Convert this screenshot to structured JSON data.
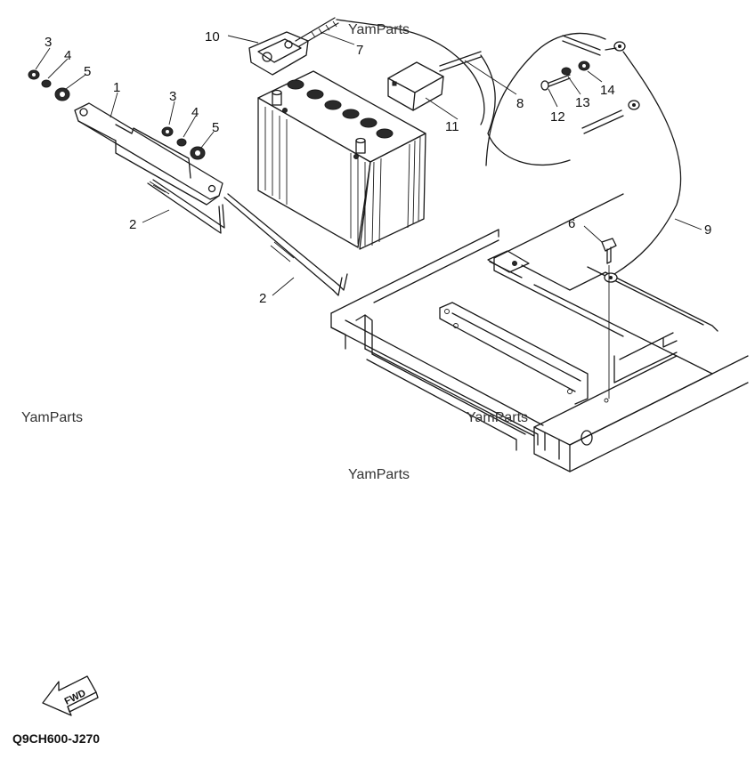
{
  "diagram": {
    "callouts": [
      {
        "id": "c1",
        "text": "1"
      },
      {
        "id": "c2a",
        "text": "2"
      },
      {
        "id": "c2b",
        "text": "2"
      },
      {
        "id": "c3a",
        "text": "3"
      },
      {
        "id": "c3b",
        "text": "3"
      },
      {
        "id": "c4a",
        "text": "4"
      },
      {
        "id": "c4b",
        "text": "4"
      },
      {
        "id": "c5a",
        "text": "5"
      },
      {
        "id": "c5b",
        "text": "5"
      },
      {
        "id": "c6",
        "text": "6"
      },
      {
        "id": "c7",
        "text": "7"
      },
      {
        "id": "c8",
        "text": "8"
      },
      {
        "id": "c9",
        "text": "9"
      },
      {
        "id": "c10",
        "text": "10"
      },
      {
        "id": "c11",
        "text": "11"
      },
      {
        "id": "c12",
        "text": "12"
      },
      {
        "id": "c13",
        "text": "13"
      },
      {
        "id": "c14",
        "text": "14"
      }
    ],
    "watermark": "YamParts",
    "fwd_label": "FWD",
    "figure_code": "Q9CH600-J270"
  }
}
